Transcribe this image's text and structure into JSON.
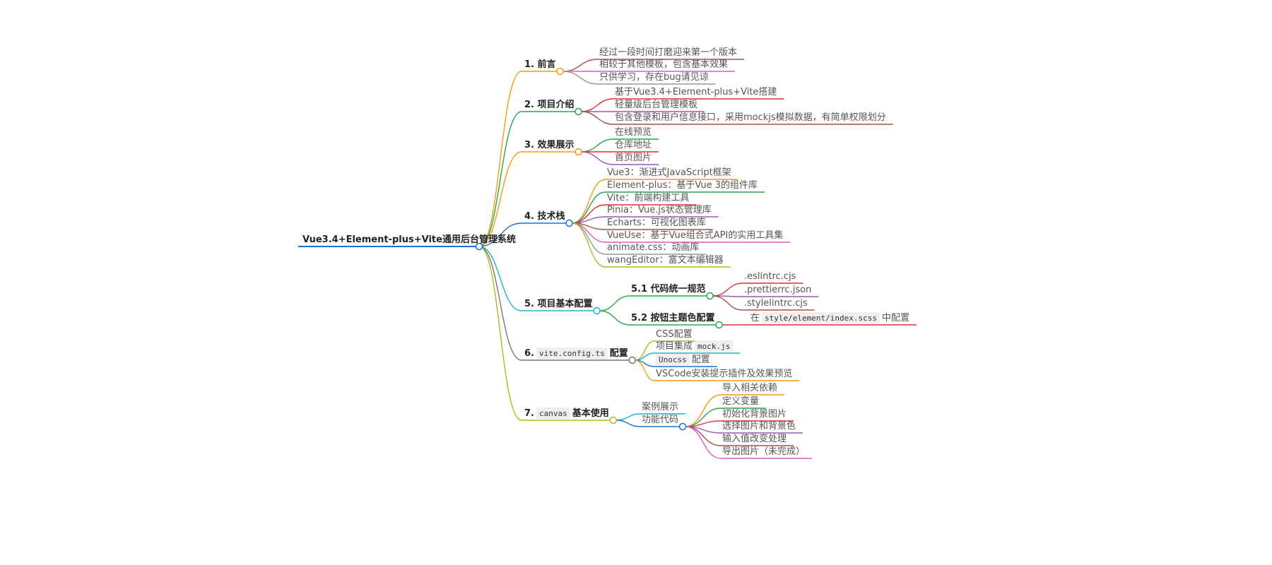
{
  "root": {
    "label": "Vue3.4+Element-plus+Vite通用后台管理系统",
    "color": "#1e6fd9"
  },
  "branches": [
    {
      "label": "1. 前言",
      "color": "#f39c12",
      "children": [
        {
          "label": "经过一段时间打磨迎来第一个版本",
          "color": "#a0524d"
        },
        {
          "label": "相较于其他模板，包含基本效果",
          "color": "#d95fc1"
        },
        {
          "label": "只供学习，存在bug请见谅",
          "color": "#9a9a9a"
        }
      ]
    },
    {
      "label": "2. 项目介绍",
      "color": "#2ea44f",
      "children": [
        {
          "label": "基于Vue3.4+Element-plus+Vite搭建",
          "color": "#e03131"
        },
        {
          "label": "轻量级后台管理模板",
          "color": "#9b59b6"
        },
        {
          "label": "包含登录和用户信息接口，采用mockjs模拟数据，有简单权限划分",
          "color": "#a0524d"
        }
      ]
    },
    {
      "label": "3. 效果展示",
      "color": "#f39c12",
      "children": [
        {
          "label": "在线预览",
          "color": "#2ea44f"
        },
        {
          "label": "仓库地址",
          "color": "#e03131"
        },
        {
          "label": "首页图片",
          "color": "#9b59b6"
        }
      ]
    },
    {
      "label": "4. 技术栈",
      "color": "#1e6fd9",
      "children": [
        {
          "label": "Vue3：渐进式JavaScript框架",
          "color": "#f39c12"
        },
        {
          "label": "Element-plus：基于Vue 3的组件库",
          "color": "#2ea44f"
        },
        {
          "label": "Vite：前端构建工具",
          "color": "#e03131"
        },
        {
          "label": "Pinia：Vue.js状态管理库",
          "color": "#9b59b6"
        },
        {
          "label": "Echarts：可视化图表库",
          "color": "#a0524d"
        },
        {
          "label": "VueUse：基于Vue组合式API的实用工具集",
          "color": "#d95fc1"
        },
        {
          "label": "animate.css：动画库",
          "color": "#9a9a9a"
        },
        {
          "label": "wangEditor：富文本编辑器",
          "color": "#b5b820"
        }
      ]
    },
    {
      "label": "5. 项目基本配置",
      "color": "#1cb5c9",
      "children": [
        {
          "label": "5.1 代码统一规范",
          "color": "#2ea44f",
          "bold": true,
          "children": [
            {
              "label": ".eslintrc.cjs",
              "color": "#e03131",
              "code": true
            },
            {
              "label": ".prettierrc.json",
              "color": "#9b59b6",
              "code": true
            },
            {
              "label": ".stylelintrc.cjs",
              "color": "#a0524d",
              "code": true
            }
          ]
        },
        {
          "label": "5.2 按钮主题色配置",
          "color": "#2ea44f",
          "bold": true,
          "children": [
            {
              "pre": "在",
              "code_text": "style/element/index.scss",
              "post": "中配置",
              "color": "#e03131"
            }
          ]
        }
      ]
    },
    {
      "pre": "6.",
      "code_text": "vite.config.ts",
      "post": "配置",
      "color": "#777777",
      "children": [
        {
          "label": "CSS配置",
          "color": "#b5b820"
        },
        {
          "pre": "项目集成",
          "code_text": "mock.js",
          "post": "",
          "color": "#1cb5c9"
        },
        {
          "pre": "",
          "code_text": "Unocss",
          "post": "配置",
          "color": "#1e6fd9"
        },
        {
          "label": "VSCode安装提示插件及效果预览",
          "color": "#f39c12"
        }
      ]
    },
    {
      "pre": "7.",
      "code_text": "canvas",
      "post": "基本使用",
      "color": "#b5b820",
      "children": [
        {
          "label": "案例展示",
          "color": "#1cb5c9"
        },
        {
          "label": "功能代码",
          "color": "#1e6fd9",
          "children": [
            {
              "label": "导入相关依赖",
              "color": "#f39c12"
            },
            {
              "label": "定义变量",
              "color": "#2ea44f"
            },
            {
              "label": "初始化背景图片",
              "color": "#e03131"
            },
            {
              "label": "选择图片和背景色",
              "color": "#9b59b6"
            },
            {
              "label": "输入值改变处理",
              "color": "#a0524d"
            },
            {
              "label": "导出图片（未完成）",
              "color": "#d95fc1"
            }
          ]
        }
      ]
    }
  ]
}
